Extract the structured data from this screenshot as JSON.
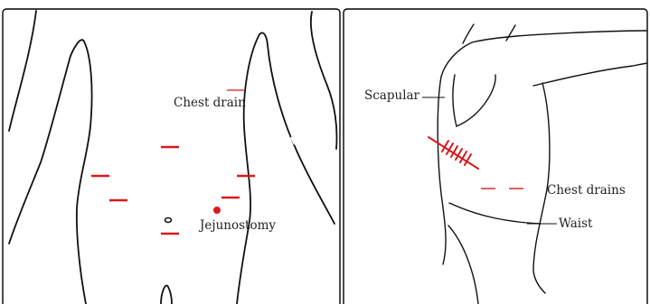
{
  "colors": {
    "incision": "#d9191c",
    "outline": "#111111",
    "frame": "#000000"
  },
  "front_panel": {
    "labels": {
      "chest_drain": "Chest drain",
      "jejunostomy": "Jejunostomy"
    }
  },
  "back_panel": {
    "labels": {
      "scapular": "Scapular",
      "chest_drains": "Chest drains",
      "waist": "Waist"
    }
  }
}
